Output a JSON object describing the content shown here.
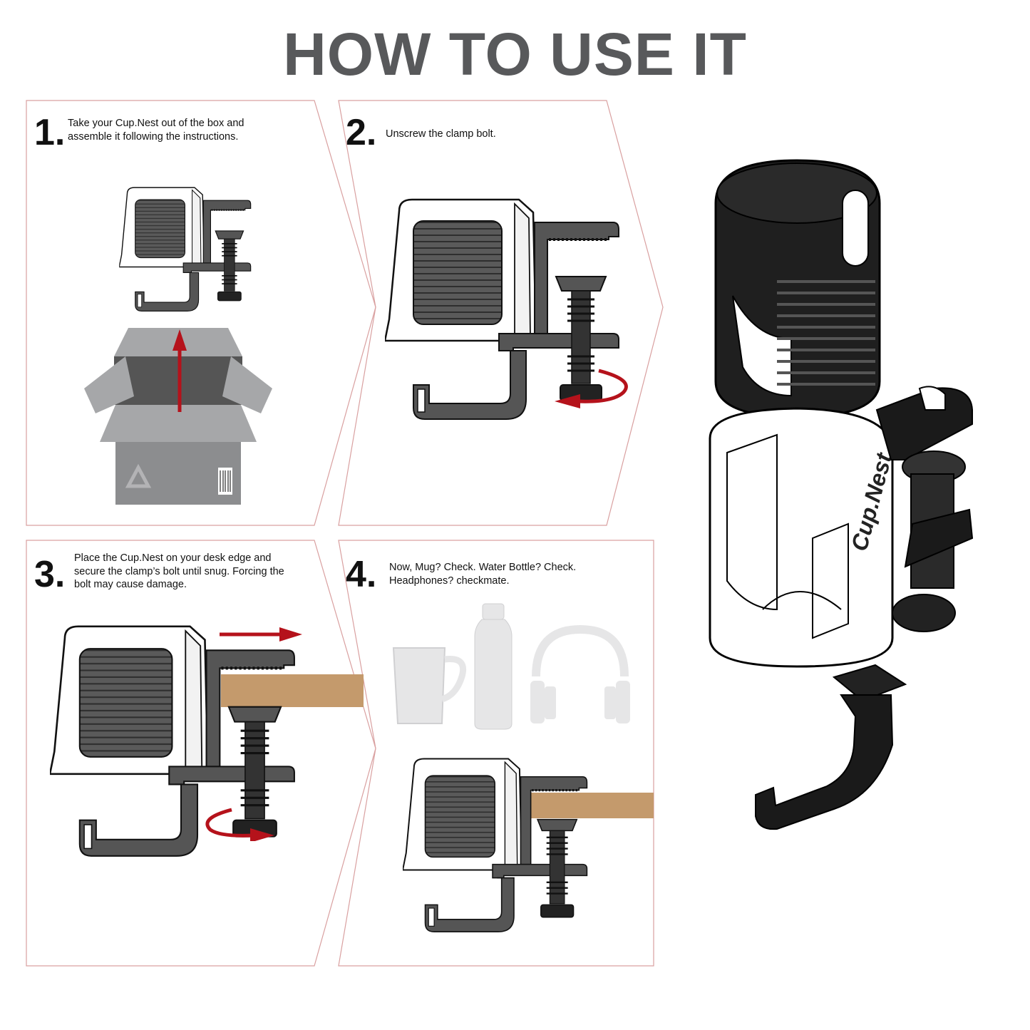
{
  "title": "HOW TO USE IT",
  "colors": {
    "title": "#58595b",
    "panel_border": "#d9a0a0",
    "arrow": "#b5121b",
    "desk": "#c49a6c",
    "dark_part": "#3c3c3c",
    "box": "#8c8d8f"
  },
  "steps": [
    {
      "number": "1.",
      "text": "Take your Cup.Nest out of the box and\nassemble it following the instructions."
    },
    {
      "number": "2.",
      "text": "Unscrew the clamp bolt."
    },
    {
      "number": "3.",
      "text": "Place the Cup.Nest on your desk edge and\nsecure the clamp’s bolt until snug. Forcing the\nbolt may cause damage."
    },
    {
      "number": "4.",
      "text": "Now, Mug? Check. Water Bottle? Check.\nHeadphones? checkmate."
    }
  ],
  "product": {
    "brand_text": "Cup.Nest"
  },
  "icons": [
    "box-icon",
    "recycle-icon",
    "barcode-icon",
    "mug-icon",
    "bottle-icon",
    "headphones-icon",
    "clamp-icon",
    "rotate-arrow-icon",
    "up-arrow-icon",
    "right-arrow-icon"
  ]
}
